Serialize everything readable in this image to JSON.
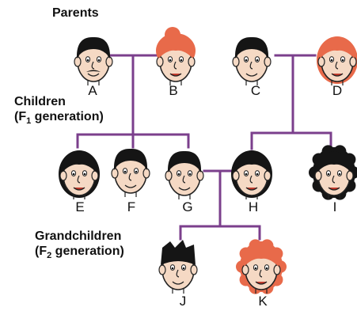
{
  "labels": {
    "parents": "Parents",
    "children_line1": "Children",
    "children_line2_pre": "(F",
    "children_line2_sub": "1",
    "children_line2_post": " generation)",
    "grandchildren_line1": "Grandchildren",
    "grandchildren_line2_pre": "(F",
    "grandchildren_line2_sub": "2",
    "grandchildren_line2_post": " generation)"
  },
  "people": [
    {
      "id": "A",
      "hair": "black",
      "face": "male-mustache"
    },
    {
      "id": "B",
      "hair": "red",
      "face": "female-bun"
    },
    {
      "id": "C",
      "hair": "black",
      "face": "male"
    },
    {
      "id": "D",
      "hair": "red",
      "face": "female"
    },
    {
      "id": "E",
      "hair": "black",
      "face": "female-bob"
    },
    {
      "id": "F",
      "hair": "black",
      "face": "male"
    },
    {
      "id": "G",
      "hair": "black",
      "face": "male"
    },
    {
      "id": "H",
      "hair": "black",
      "face": "female"
    },
    {
      "id": "I",
      "hair": "black",
      "face": "female-curly"
    },
    {
      "id": "J",
      "hair": "black",
      "face": "male-spiky"
    },
    {
      "id": "K",
      "hair": "red",
      "face": "female-curly"
    }
  ],
  "colors": {
    "line": "#7b3f8c",
    "black_hair": "#151515",
    "red_hair": "#e86a4a",
    "skin": "#f5d9c4",
    "skin_shade": "#e9bfa4"
  }
}
